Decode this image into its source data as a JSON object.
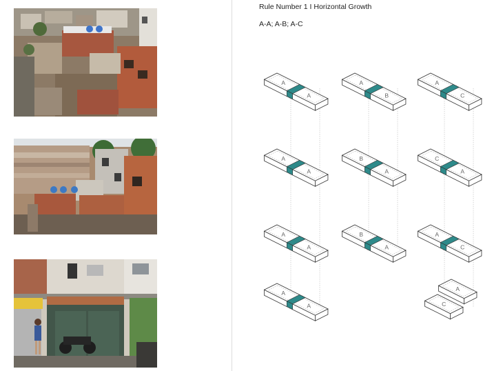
{
  "title": "Rule Number 1 I Horizontal Growth",
  "subtitle": "A-A; A-B; A-C",
  "photos": [
    {
      "subject": "hillside favela rooftops with water tanks"
    },
    {
      "subject": "favela hillside with brick houses"
    },
    {
      "subject": "street shopfront facade with motorcycle"
    }
  ],
  "colors": {
    "accent": "#2e8a8a",
    "line": "#333333",
    "guide": "#bbbbbb"
  },
  "diagram": {
    "columns": [
      "A-A",
      "A-B",
      "A-C"
    ],
    "modules": [
      {
        "id": "m1",
        "column": "A-A",
        "row": 1,
        "left": "A",
        "right": "A",
        "variant": "flat"
      },
      {
        "id": "m2",
        "column": "A-A",
        "row": 2,
        "left": "A",
        "right": "A",
        "variant": "flat"
      },
      {
        "id": "m3",
        "column": "A-A",
        "row": 3,
        "left": "A",
        "right": "A",
        "variant": "flat"
      },
      {
        "id": "m4",
        "column": "A-A",
        "row": 4,
        "left": "A",
        "right": "A",
        "variant": "flat"
      },
      {
        "id": "m5",
        "column": "A-B",
        "row": 1,
        "left": "A",
        "right": "B",
        "variant": "flat"
      },
      {
        "id": "m6",
        "column": "A-B",
        "row": 2,
        "left": "B",
        "right": "A",
        "variant": "flat"
      },
      {
        "id": "m7",
        "column": "A-B",
        "row": 3,
        "left": "B",
        "right": "A",
        "variant": "flat"
      },
      {
        "id": "m8",
        "column": "A-C",
        "row": 1,
        "left": "A",
        "right": "C",
        "variant": "flat"
      },
      {
        "id": "m9",
        "column": "A-C",
        "row": 2,
        "left": "C",
        "right": "A",
        "variant": "flat"
      },
      {
        "id": "m10",
        "column": "A-C",
        "row": 3,
        "left": "A",
        "right": "C",
        "variant": "flat"
      },
      {
        "id": "m11",
        "column": "A-C",
        "row": 4,
        "left": "C",
        "right": "A",
        "variant": "stacked"
      }
    ]
  }
}
